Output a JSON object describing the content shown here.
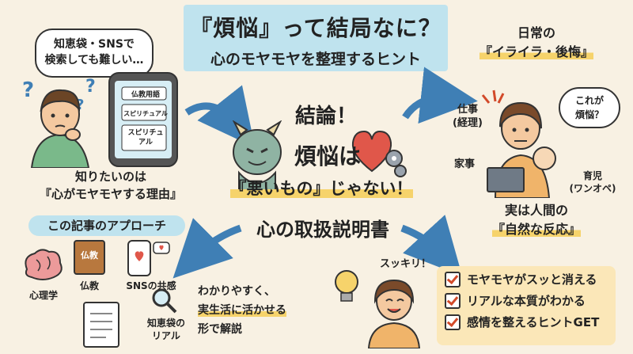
{
  "title": {
    "main": "『煩悩』って結局なに？",
    "sub": "心のモヤモヤを整理するヒント"
  },
  "left_top": {
    "bubble": [
      "知恵袋・SNSで",
      "検索しても難しい…"
    ],
    "phone_terms": [
      "仏教用語",
      "スピリチュアル",
      "スピリチュ\nアル"
    ],
    "caption": [
      "知りたいのは",
      "『心がモヤモヤする理由』"
    ]
  },
  "center": {
    "lines": [
      "結論！",
      "煩悩は",
      "『悪いもの』じゃない！",
      "心の取扱説明書"
    ]
  },
  "right_top": {
    "heading": [
      "日常の",
      "『イライラ・後悔』"
    ],
    "bubble": [
      "これが",
      "煩悩？"
    ],
    "tags": {
      "work": "仕事\n(経理)",
      "housework": "家事",
      "childcare": "育児\n(ワンオペ)"
    },
    "caption": [
      "実は人間の",
      "『自然な反応』"
    ]
  },
  "left_bottom": {
    "heading": "この記事のアプローチ",
    "items": {
      "psych": "心理学",
      "buddhism": "仏教",
      "book": "仏教",
      "sns": "SNSの共感",
      "chiebukuro": "知恵袋の\nリアル"
    },
    "text": [
      "わかりやすく、",
      "実生活に活かせる",
      "形で解説"
    ]
  },
  "right_bottom": {
    "exclaim": "スッキリ！",
    "checks": [
      "モヤモヤがスッと消える",
      "リアルな本質がわかる",
      "感情を整えるヒントGET"
    ]
  },
  "colors": {
    "bg": "#f8f1e3",
    "title_bg": "#bfe3ee",
    "highlight": "#f6d36b",
    "arrow": "#3f7fb5",
    "check_bg": "#fbe7b8"
  }
}
